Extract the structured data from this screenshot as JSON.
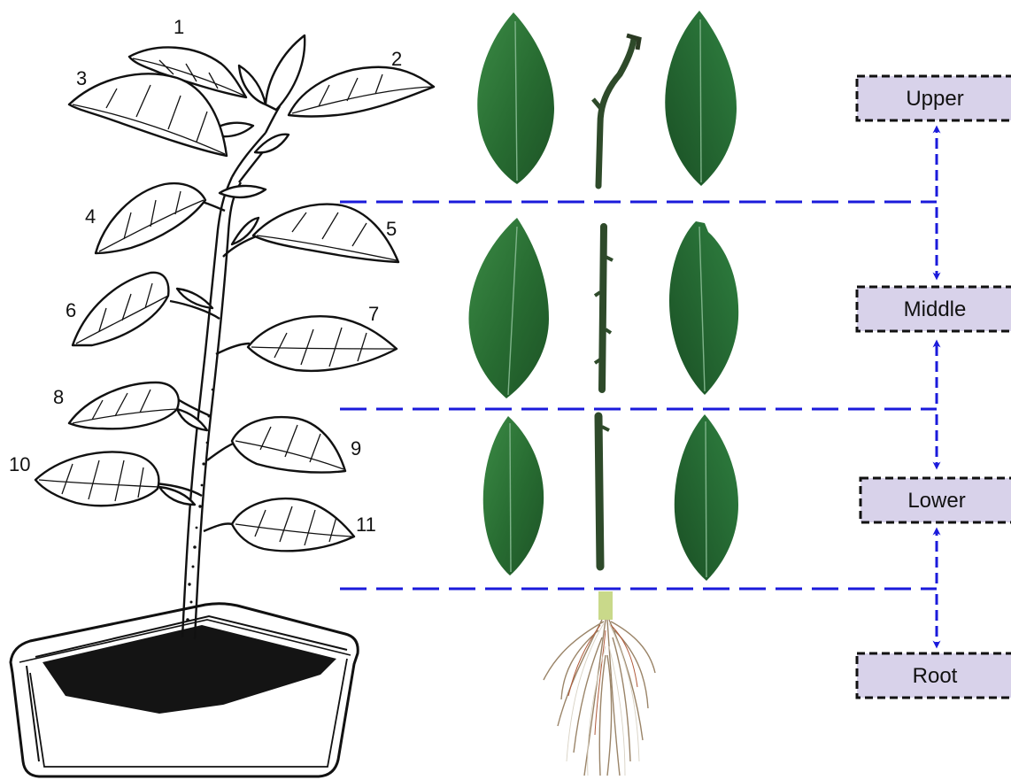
{
  "figure": {
    "leaf_numbers": [
      "1",
      "2",
      "3",
      "4",
      "5",
      "6",
      "7",
      "8",
      "9",
      "10",
      "11"
    ],
    "segments": {
      "upper": "Upper",
      "middle": "Middle",
      "lower": "Lower",
      "root": "Root"
    },
    "colors": {
      "divider_lines": "#1a1adb",
      "label_box_fill": "#d8d2ea",
      "leaf_green": "#2f7a3a",
      "stem_green": "#2e4a2a",
      "soil": "#141414"
    },
    "icons": [
      "potted-pepper-plant-drawing",
      "leaf-photo",
      "stem-photo",
      "root-photo",
      "arrow-icon"
    ]
  }
}
